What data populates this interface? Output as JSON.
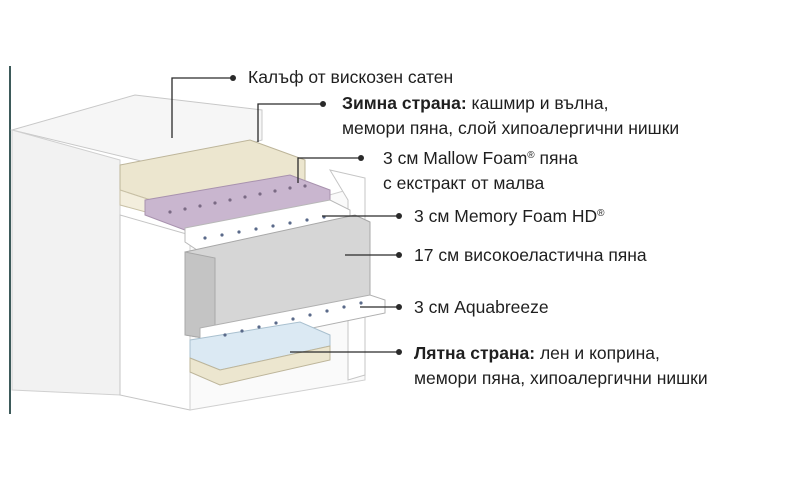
{
  "labels": {
    "cover": {
      "text": "Калъф от вискозен сатен"
    },
    "winter": {
      "bold": "Зимна страна:",
      "rest": " кашмир и вълна,",
      "line2": "мемори пяна, слой хипоалергични нишки"
    },
    "mallow": {
      "line1": "3 см Mallow Foam",
      "reg": "®",
      "line1b": " пяна",
      "line2": "с екстракт от малва"
    },
    "memory": {
      "text": "3 см Memory Foam HD",
      "reg": "®"
    },
    "hr": {
      "text": "17 см високоеластична пяна"
    },
    "aqua": {
      "text": "3 см Aquabreeze"
    },
    "summer": {
      "bold": "Лятна страна:",
      "rest": " лен и коприна,",
      "line2": "мемори пяна, хипоалергични нишки"
    }
  },
  "colors": {
    "rule": "#3d5a5a",
    "leader": "#2a2a2a",
    "mallow": "#c9b6cf",
    "foam": "#d6d6d6",
    "wool": "#ece6cf"
  }
}
